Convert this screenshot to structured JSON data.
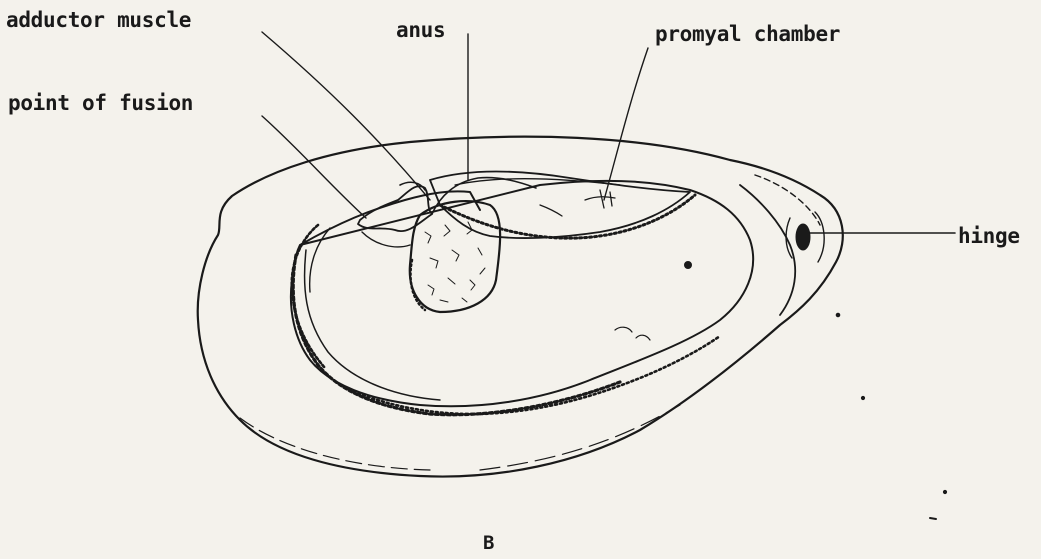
{
  "labels": {
    "adductor_muscle": "adductor muscle",
    "anus": "anus",
    "promyal_chamber": "promyal chamber",
    "point_of_fusion": "point of fusion",
    "hinge": "hinge"
  },
  "figure_letter": "B",
  "colors": {
    "paper": "#f4f2ec",
    "ink": "#1a1a1a"
  }
}
